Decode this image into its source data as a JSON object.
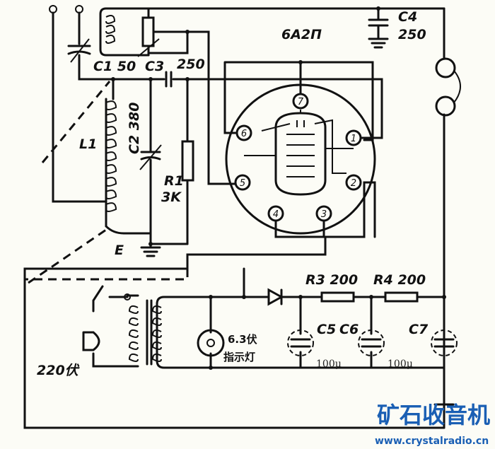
{
  "labels": {
    "tube": "6А2П",
    "c1": "C1 50",
    "c3": "C3",
    "c3_value": "250",
    "c4": "C4",
    "c4_value": "250",
    "c2": "C2 380",
    "l1": "L1",
    "r1": "R1",
    "r1_value": "3K",
    "e": "E",
    "r3": "R3 200",
    "r4": "R4 200",
    "c5": "C5",
    "c6": "C6",
    "c7": "C7",
    "c5_value": "100μ",
    "c6_value": "100μ",
    "lamp_voltage": "6.3伏",
    "lamp_name": "指示灯",
    "mains": "220伏"
  },
  "pins": [
    "7",
    "6",
    "1",
    "5",
    "2",
    "4",
    "3"
  ],
  "watermark": {
    "title": "矿石收音机",
    "url": "www.crystalradio.cn",
    "color": "#1a5fb4"
  }
}
